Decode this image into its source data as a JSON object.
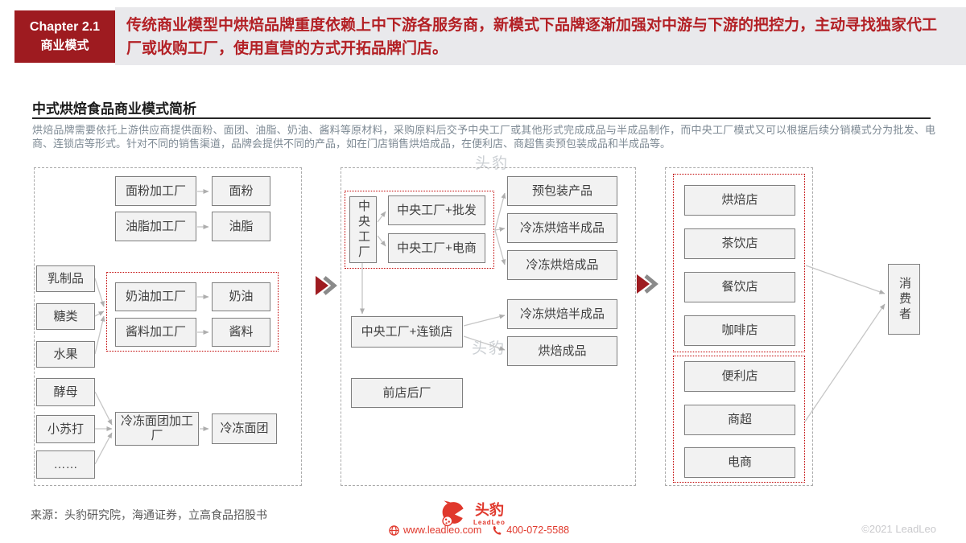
{
  "header": {
    "chapter": "Chapter 2.1",
    "chapter_subtitle": "商业模式",
    "banner": "传统商业模型中烘焙品牌重度依赖上中下游各服务商，新模式下品牌逐渐加强对中游与下游的把控力，主动寻找独家代工厂或收购工厂，使用直营的方式开拓品牌门店。"
  },
  "content": {
    "title": "中式烘焙食品商业模式简析",
    "description": "烘焙品牌需要依托上游供应商提供面粉、面团、油脂、奶油、酱料等原材料，采购原料后交予中央工厂或其他形式完成成品与半成品制作，而中央工厂模式又可以根据后续分销模式分为批发、电商、连锁店等形式。针对不同的销售渠道，品牌会提供不同的产品，如在门店销售烘焙成品，在便利店、商超售卖预包装成品和半成品等。"
  },
  "diagram": {
    "watermark": "头豹",
    "upstream": {
      "rows": [
        {
          "factory": "面粉加工厂",
          "product": "面粉"
        },
        {
          "factory": "油脂加工厂",
          "product": "油脂"
        }
      ],
      "ingredients": [
        "乳制品",
        "糖类",
        "水果"
      ],
      "cream_rows": [
        {
          "factory": "奶油加工厂",
          "product": "奶油"
        },
        {
          "factory": "酱料加工厂",
          "product": "酱料"
        }
      ],
      "leaven": [
        "酵母",
        "小苏打",
        "……"
      ],
      "frozen_factory": "冷冻面团加工厂",
      "frozen_product": "冷冻面团"
    },
    "midstream": {
      "central": "中央工厂",
      "modes": [
        "中央工厂+批发",
        "中央工厂+电商"
      ],
      "outputs_top": [
        "预包装产品",
        "冷冻烘焙半成品",
        "冷冻烘焙成品"
      ],
      "chain": "中央工厂+连锁店",
      "outputs_chain": [
        "冷冻烘焙半成品",
        "烘焙成品"
      ],
      "store_factory": "前店后厂"
    },
    "downstream": {
      "stores": [
        "烘焙店",
        "茶饮店",
        "餐饮店",
        "咖啡店"
      ],
      "retail": [
        "便利店",
        "商超",
        "电商"
      ],
      "consumer": "消费者"
    }
  },
  "footer": {
    "source": "来源：头豹研究院，海通证券，立高食品招股书",
    "logo_cn": "头豹",
    "logo_en": "LeadLeo",
    "website": "www.leadleo.com",
    "phone": "400-072-5588",
    "copyright": "©2021 LeadLeo"
  },
  "colors": {
    "brand_red": "#9e1b20",
    "banner_text": "#b32025",
    "banner_bg": "#e9e9ec",
    "dotted_red": "#c00000",
    "logo_red": "#e0382c",
    "box_fill": "#f2f2f2",
    "box_border": "#7f7f7f",
    "line_gray": "#c6c6c6",
    "desc_text": "#7e8a94"
  }
}
